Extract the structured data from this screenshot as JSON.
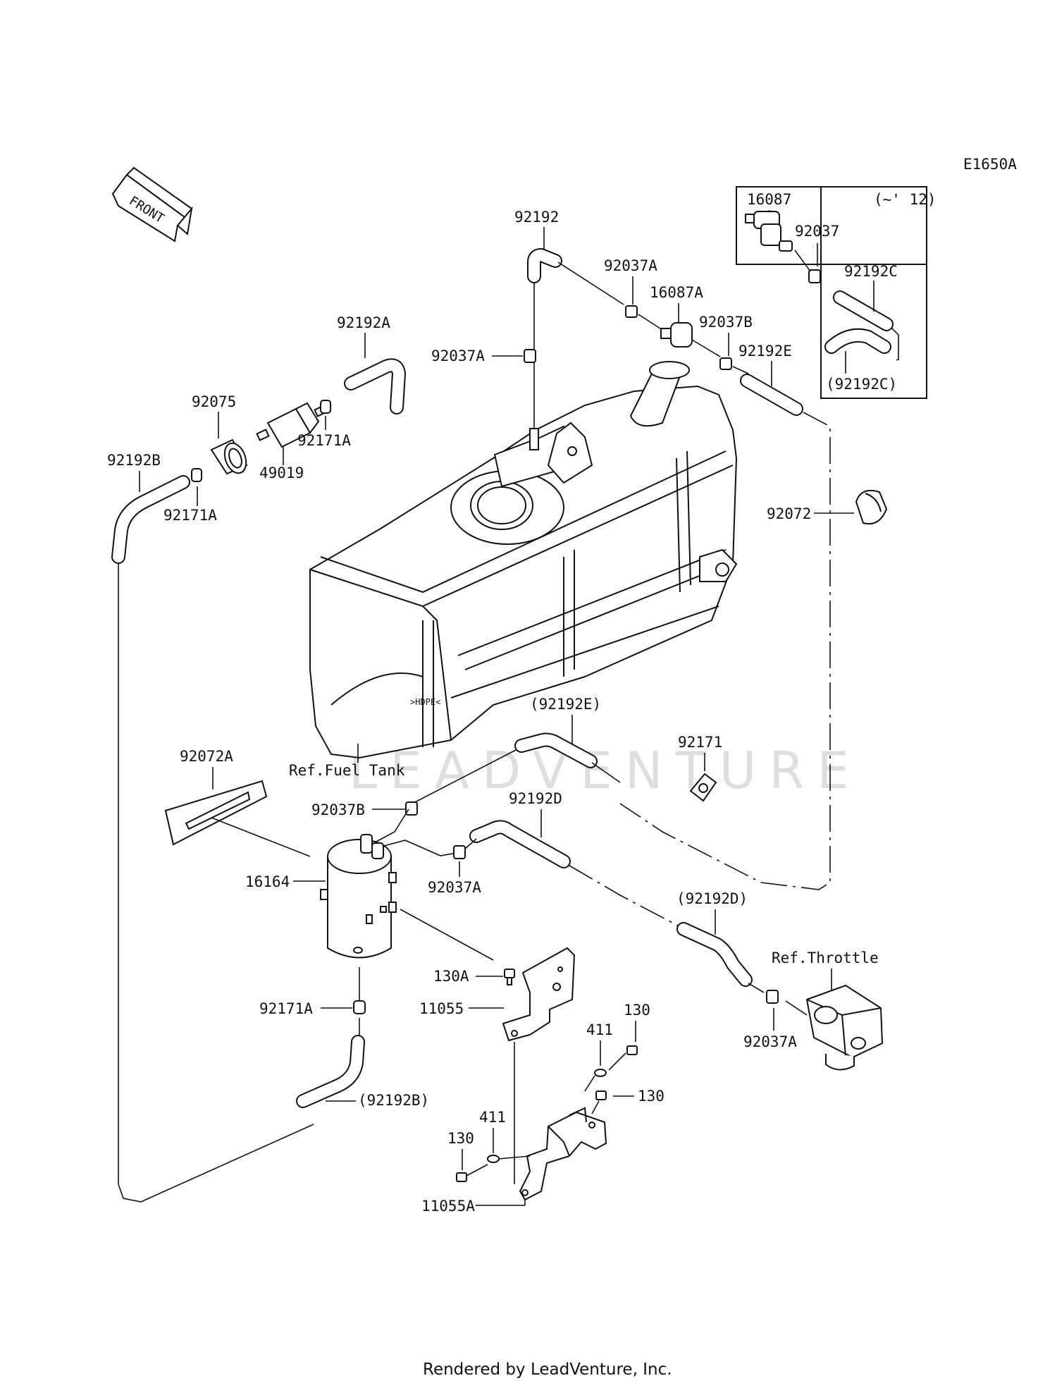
{
  "diagram_code": "E1650A",
  "front_label": "FRONT",
  "inset_note": "(~' 12)",
  "watermark": "LEADVENTURE",
  "footer": "Rendered by LeadVenture, Inc.",
  "labels": {
    "p16087": "16087",
    "p92037": "92037",
    "p92192C": "92192C",
    "p92192C_ref": "(92192C)",
    "p92192": "92192",
    "p92037A_top": "92037A",
    "p16087A": "16087A",
    "p92037B_top": "92037B",
    "p92192E": "92192E",
    "p92037A_left": "92037A",
    "p92192A": "92192A",
    "p92075": "92075",
    "p92171A_top": "92171A",
    "p49019": "49019",
    "p92192B": "92192B",
    "p92171A_left": "92171A",
    "p92072": "92072",
    "ref_fuel_tank": "Ref.Fuel Tank",
    "p92192E_ref": "(92192E)",
    "p92171": "92171",
    "p92072A": "92072A",
    "p92037B_bottom": "92037B",
    "p92192D": "92192D",
    "p16164": "16164",
    "p92037A_mid": "92037A",
    "p92192D_ref": "(92192D)",
    "ref_throttle": "Ref.Throttle",
    "p130A": "130A",
    "p11055": "11055",
    "p130_a": "130",
    "p411_a": "411",
    "p130_b": "130",
    "p92171A_bottom": "92171A",
    "p92037A_right": "92037A",
    "p92192B_ref": "(92192B)",
    "p411_b": "411",
    "p130_c": "130",
    "p11055A": "11055A"
  }
}
